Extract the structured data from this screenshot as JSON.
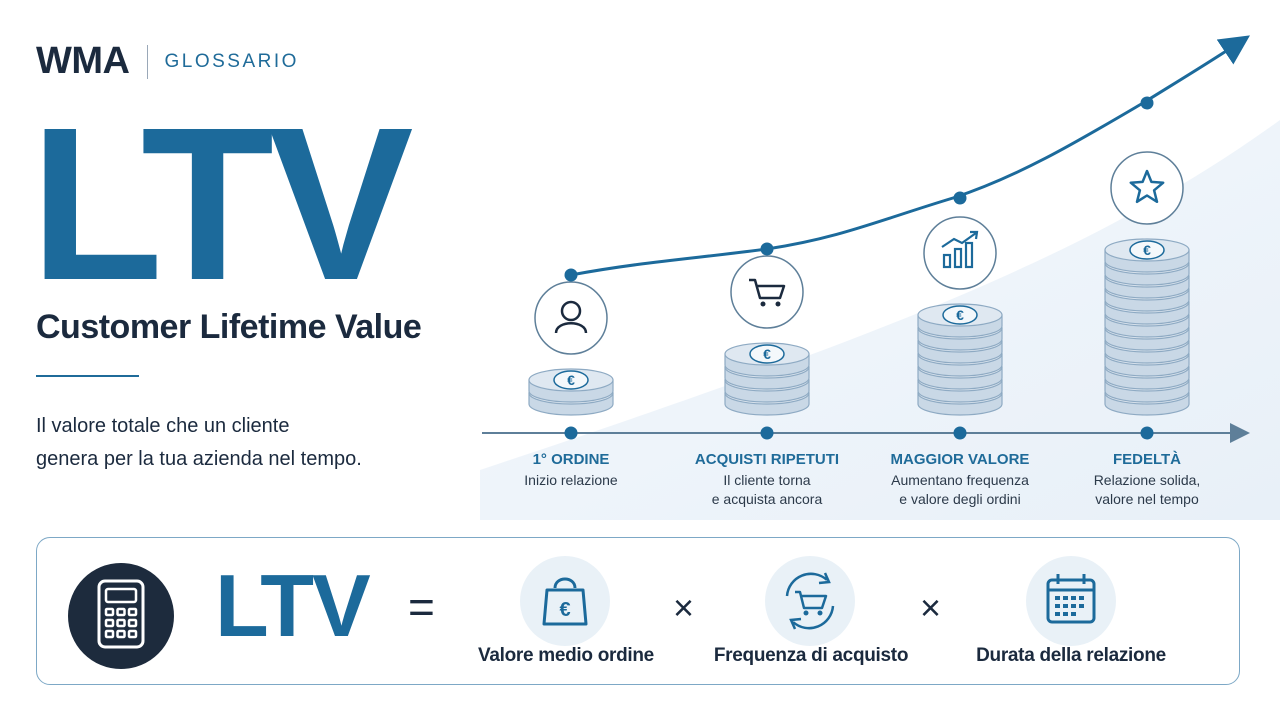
{
  "brand": {
    "name": "WMA",
    "section": "GLOSSARIO"
  },
  "hero": {
    "title": "LTV",
    "subtitle": "Customer Lifetime Value",
    "description_lines": [
      "Il valore totale che un cliente",
      "genera per la tua azienda nel tempo."
    ]
  },
  "stages": [
    {
      "title": "1° ORDINE",
      "desc_lines": [
        "Inizio relazione"
      ],
      "icon": "user-icon",
      "coin_symbol": "€",
      "coins": 2
    },
    {
      "title": "ACQUISTI RIPETUTI",
      "desc_lines": [
        "Il cliente torna",
        "e acquista ancora"
      ],
      "icon": "cart-icon",
      "coin_symbol": "€",
      "coins": 4
    },
    {
      "title": "MAGGIOR VALORE",
      "desc_lines": [
        "Aumentano frequenza",
        "e valore degli ordini"
      ],
      "icon": "bar-chart-icon",
      "coin_symbol": "€",
      "coins": 7
    },
    {
      "title": "FEDELTÀ",
      "desc_lines": [
        "Relazione solida,",
        "valore nel tempo"
      ],
      "icon": "star-icon",
      "coin_symbol": "€",
      "coins": 12
    }
  ],
  "formula": {
    "result": "LTV",
    "equals": "=",
    "operator": "×",
    "factors": [
      {
        "label": "Valore medio ordine",
        "icon": "shopping-bag-euro-icon",
        "symbol": "€"
      },
      {
        "label": "Frequenza di acquisto",
        "icon": "cart-cycle-icon"
      },
      {
        "label": "Durata della relazione",
        "icon": "calendar-icon"
      }
    ],
    "calculator_icon": "calculator-icon"
  },
  "colors": {
    "primary": "#1c6a9b",
    "navy": "#1b2a3e",
    "coin": "#d5e1ec",
    "accent_bg": "#e9f1f7"
  }
}
